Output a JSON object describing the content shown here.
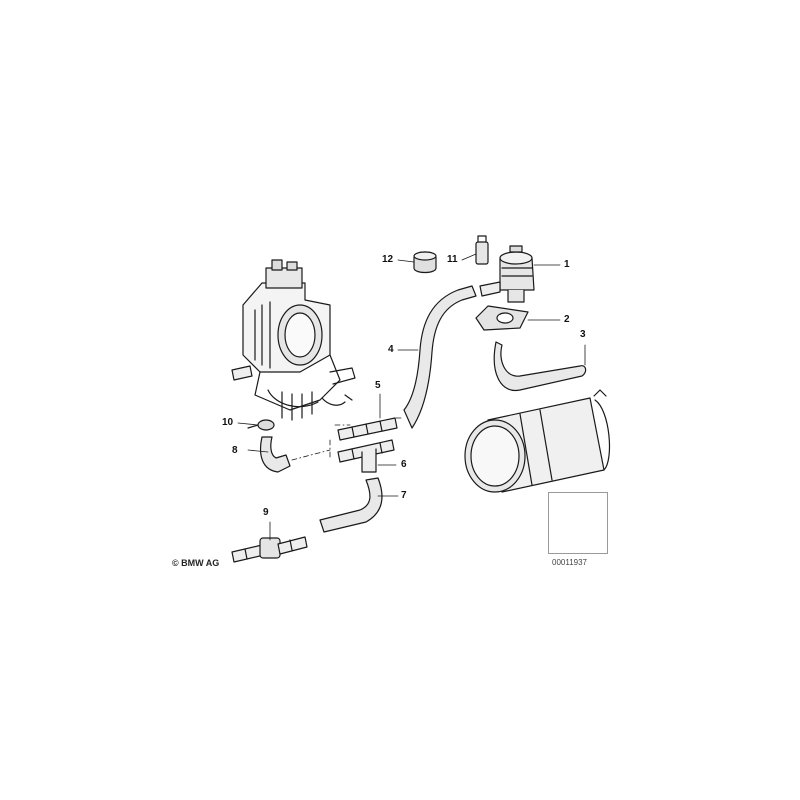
{
  "labels": [
    "1",
    "2",
    "3",
    "4",
    "5",
    "6",
    "7",
    "8",
    "9",
    "10",
    "11",
    "12"
  ],
  "copyright": "© BMW AG",
  "thumbnail_code": "00011937"
}
